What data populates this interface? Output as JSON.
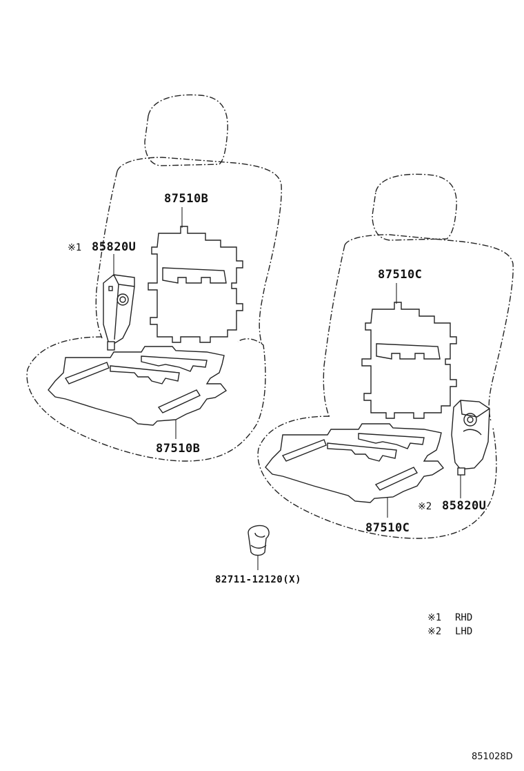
{
  "labels": {
    "left_back_mat": "87510B",
    "left_cushion_mat": "87510B",
    "left_module_mark": "※1",
    "left_module_part": "85820U",
    "right_back_mat": "87510C",
    "right_cushion_mat": "87510C",
    "right_module_mark": "※2",
    "right_module_part": "85820U",
    "clip_part": "82711-12120(X)"
  },
  "legend": [
    {
      "mark": "※1",
      "text": "RHD"
    },
    {
      "mark": "※2",
      "text": "LHD"
    }
  ],
  "diagram_code": "851028D"
}
